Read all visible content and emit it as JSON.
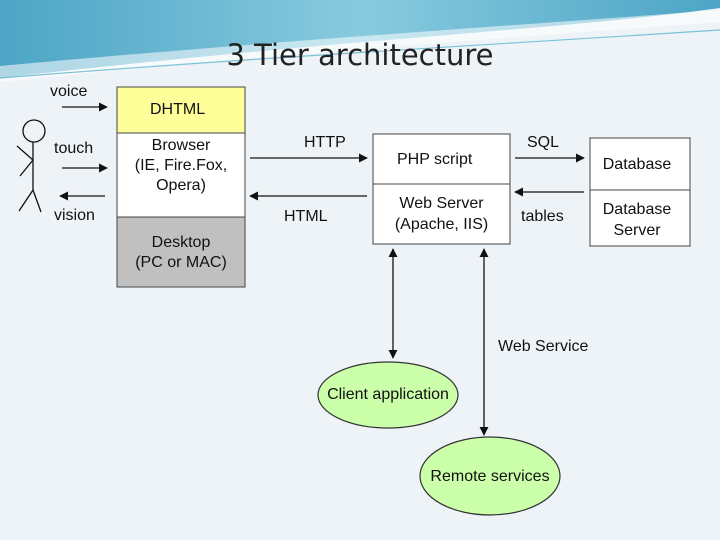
{
  "title": "3 Tier architecture",
  "user": {
    "senses": [
      "voice",
      "touch",
      "vision"
    ]
  },
  "client_tier": {
    "dhtml": "DHTML",
    "browser": "Browser\n(IE, Fire.Fox,\nOpera)",
    "desktop": "Desktop\n(PC or MAC)"
  },
  "protocols": {
    "http": "HTTP",
    "html": "HTML",
    "sql": "SQL",
    "tables": "tables"
  },
  "middle_tier": {
    "php": "PHP script",
    "web_server": "Web Server\n(Apache, IIS)"
  },
  "data_tier": {
    "database": "Database",
    "database_server": "Database\nServer"
  },
  "services": {
    "web_service": "Web Service",
    "client_application": "Client application",
    "remote_services": "Remote services"
  },
  "colors": {
    "dhtml_fill": "#ffff99",
    "browser_fill": "#ffffff",
    "desktop_fill": "#c0c0c0",
    "ellipse_fill": "#ccffaa",
    "header_swoosh": "#4aa8c8"
  }
}
